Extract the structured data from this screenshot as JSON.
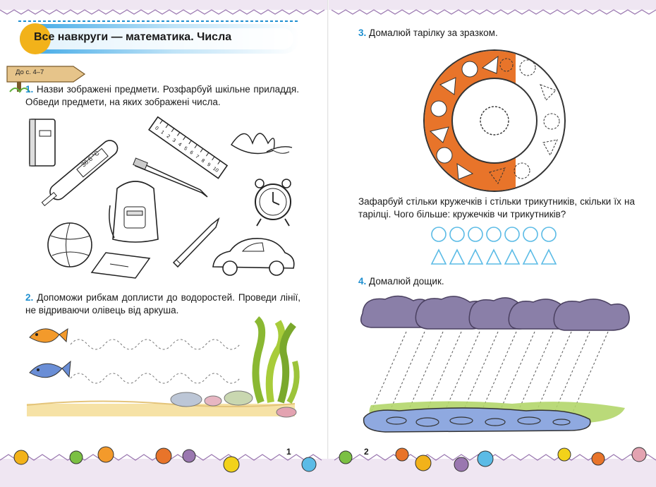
{
  "header": {
    "chapter_title": "Все навкруги — математика. Числа",
    "ref_label": "До с. 4–7"
  },
  "tasks": [
    {
      "num": "1.",
      "text": "Назви зображені предмети. Розфарбуй шкільне приладдя. Обведи предмети, на яких зображені числа."
    },
    {
      "num": "2.",
      "text": "Допоможи рибкам доплисти до водоростей. Проведи лінії, не відриваючи олівець від аркуша."
    },
    {
      "num": "3.",
      "text": "Домалюй тарілку за зразком."
    },
    {
      "num": "",
      "text": "Зафарбуй стільки кружечків і стільки трикутників, скільки їх на тарілці. Чого більше: кружечків чи трикутників?"
    },
    {
      "num": "4.",
      "text": "Домалюй дощик."
    }
  ],
  "illustrations": {
    "thermometer_reading": "36.6 °C",
    "ruler_numbers": [
      "0",
      "1",
      "2",
      "3",
      "4",
      "5",
      "6",
      "7",
      "8",
      "9",
      "10"
    ],
    "circles_count": 7,
    "triangles_count": 7
  },
  "pages": {
    "left": "1",
    "right": "2"
  },
  "colors": {
    "accent": "#1e8fd0",
    "orange": "#e8742a",
    "chapter_gradient": "#3aa6e6"
  }
}
